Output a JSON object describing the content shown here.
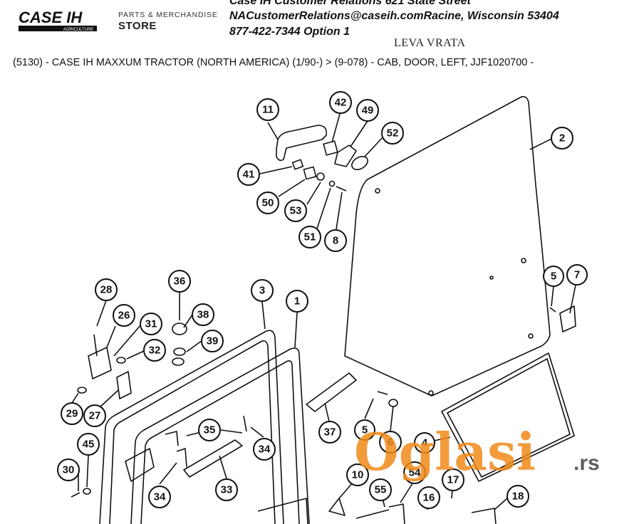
{
  "header": {
    "brand_logo_text": "CASE IH",
    "brand_logo_sub": "AGRICULTURE",
    "store_subtitle": "PARTS & MERCHANDISE",
    "store_title": "STORE",
    "contact_line1": "Case IH Customer Relations 621 State Street",
    "contact_line2": "NACustomerRelations@caseih.comRacine, Wisconsin 53404",
    "contact_line3": "877-422-7344 Option 1",
    "handwritten_note": "LEVA VRATA"
  },
  "breadcrumb": "(5130) - CASE IH MAXXUM TRACTOR (NORTH AMERICA) (1/90-) > (9-078) - CAB, DOOR, LEFT, JJF1020700 -",
  "callouts": [
    "11",
    "42",
    "49",
    "52",
    "2",
    "41",
    "50",
    "53",
    "51",
    "8",
    "5",
    "7",
    "28",
    "36",
    "3",
    "1",
    "38",
    "26",
    "31",
    "39",
    "32",
    "29",
    "27",
    "37",
    "5",
    "6",
    "45",
    "35",
    "34",
    "30",
    "34",
    "33",
    "10",
    "55",
    "54",
    "17",
    "16",
    "18",
    "4"
  ],
  "watermark": {
    "text": "Oglasi",
    "suffix": ".rs"
  }
}
